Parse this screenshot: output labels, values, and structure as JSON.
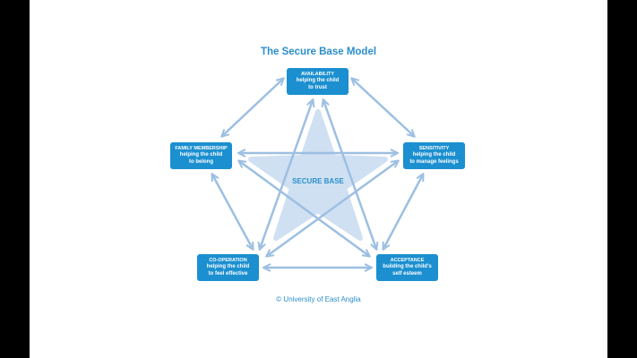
{
  "title": "The Secure Base Model",
  "center_label": "SECURE BASE",
  "copyright": "© University of East Anglia",
  "colors": {
    "box": "#1b8fd0",
    "arrow": "#9dbfe2",
    "star": "#cfe0f2",
    "text": "#2a8fcb"
  },
  "nodes": [
    {
      "id": "availability",
      "heading": "AVAILABILITY",
      "line1": "helping the child",
      "line2": "to trust"
    },
    {
      "id": "sensitivity",
      "heading": "SENSITIVITY",
      "line1": "helping the child",
      "line2": "to manage feelings"
    },
    {
      "id": "acceptance",
      "heading": "ACCEPTANCE",
      "line1": "building the child's",
      "line2": "self esteem"
    },
    {
      "id": "cooperation",
      "heading": "CO-OPERATION",
      "line1": "helping the child",
      "line2": "to feel effective"
    },
    {
      "id": "family",
      "heading": "FAMILY MEMBERSHIP",
      "line1": "helping the child",
      "line2": "to belong"
    }
  ],
  "edges": [
    [
      "availability",
      "sensitivity"
    ],
    [
      "availability",
      "family"
    ],
    [
      "family",
      "cooperation"
    ],
    [
      "sensitivity",
      "acceptance"
    ],
    [
      "cooperation",
      "acceptance"
    ],
    [
      "family",
      "sensitivity"
    ],
    [
      "availability",
      "cooperation"
    ],
    [
      "availability",
      "acceptance"
    ],
    [
      "family",
      "acceptance"
    ],
    [
      "sensitivity",
      "cooperation"
    ]
  ]
}
